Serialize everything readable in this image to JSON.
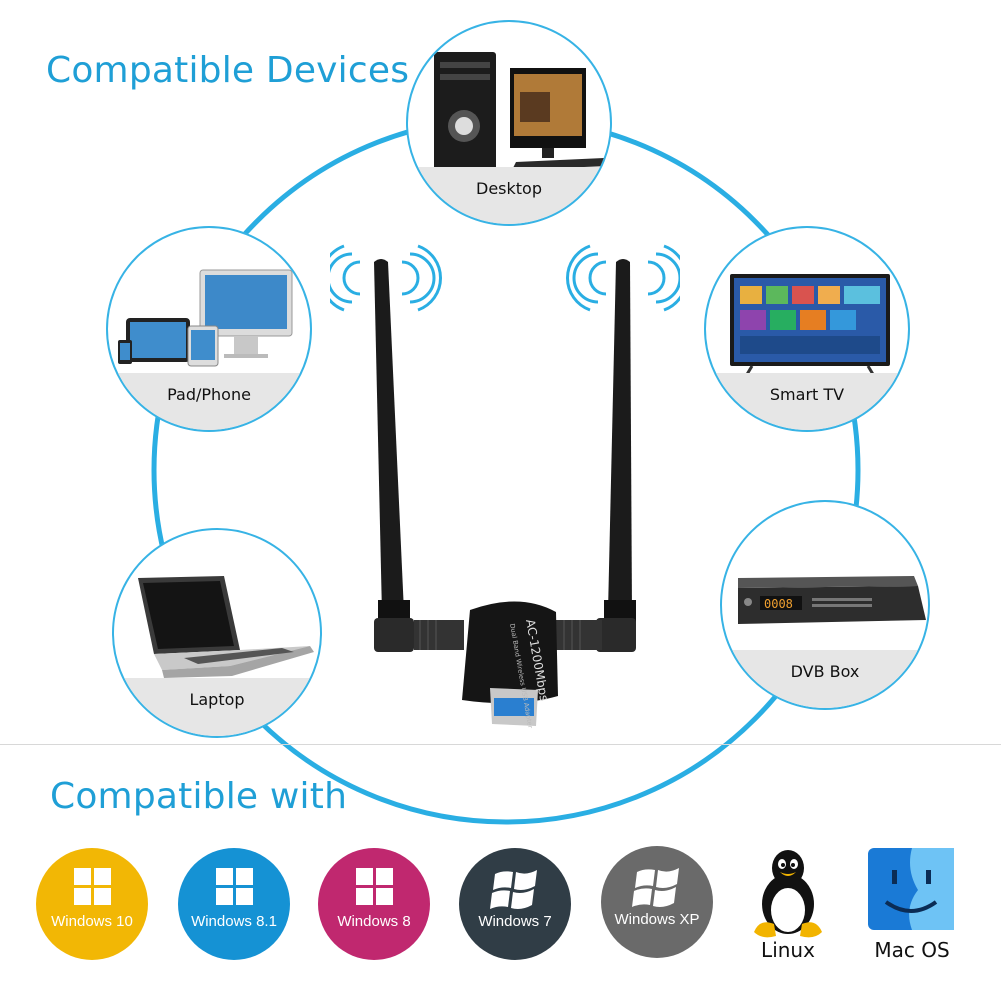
{
  "devices_section": {
    "heading": "Compatible Devices",
    "devices": [
      {
        "label": "Desktop"
      },
      {
        "label": "Pad/Phone"
      },
      {
        "label": "Smart TV"
      },
      {
        "label": "Laptop"
      },
      {
        "label": "DVB Box"
      }
    ]
  },
  "adapter": {
    "text_line1": "AC-1200Mbps",
    "text_line2": "Dual Band Wireless USB Adapter"
  },
  "os_section": {
    "heading": "Compatible with",
    "systems": [
      {
        "label": "Windows 10",
        "color": "#f2b705"
      },
      {
        "label": "Windows 8.1",
        "color": "#1592d4"
      },
      {
        "label": "Windows 8",
        "color": "#c0286f"
      },
      {
        "label": "Windows 7",
        "color": "#303d46"
      },
      {
        "label": "Windows XP",
        "color": "#6a6a6a"
      },
      {
        "label": "Linux"
      },
      {
        "label": "Mac OS"
      }
    ]
  },
  "colors": {
    "accent": "#1f9fd6",
    "ring": "#37b3e5",
    "band": "#e6e6e6"
  }
}
